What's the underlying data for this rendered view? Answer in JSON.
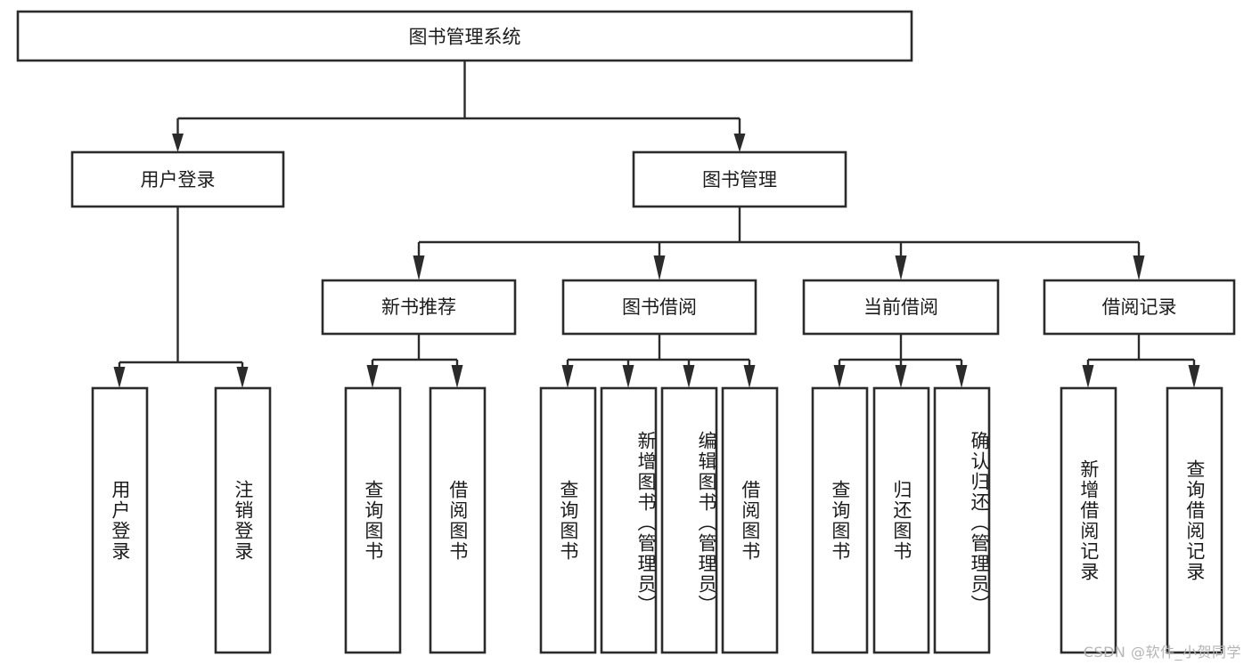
{
  "diagram": {
    "title": "图书管理系统",
    "watermark": "CSDN @软件_小贺同学",
    "colors": {
      "background": "#ffffff",
      "stroke": "#2b2b2b",
      "text": "#1c1c1c",
      "watermark": "#b5b5b5"
    },
    "levels": {
      "root": {
        "label": "图书管理系统"
      },
      "level2": [
        {
          "label": "用户登录"
        },
        {
          "label": "图书管理"
        }
      ],
      "level3": [
        {
          "label": "新书推荐"
        },
        {
          "label": "图书借阅"
        },
        {
          "label": "当前借阅"
        },
        {
          "label": "借阅记录"
        }
      ],
      "leaves": [
        {
          "label": "用户登录",
          "parent": "用户登录"
        },
        {
          "label": "注销登录",
          "parent": "用户登录"
        },
        {
          "label": "查询图书",
          "parent": "新书推荐"
        },
        {
          "label": "借阅图书",
          "parent": "新书推荐"
        },
        {
          "label": "查询图书",
          "parent": "图书借阅"
        },
        {
          "label": "新增图书（管理员）",
          "parent": "图书借阅"
        },
        {
          "label": "编辑图书（管理员）",
          "parent": "图书借阅"
        },
        {
          "label": "借阅图书",
          "parent": "图书借阅"
        },
        {
          "label": "查询图书",
          "parent": "当前借阅"
        },
        {
          "label": "归还图书",
          "parent": "当前借阅"
        },
        {
          "label": "确认归还（管理员）",
          "parent": "当前借阅"
        },
        {
          "label": "新增借阅记录",
          "parent": "借阅记录"
        },
        {
          "label": "查询借阅记录",
          "parent": "借阅记录"
        }
      ]
    }
  }
}
